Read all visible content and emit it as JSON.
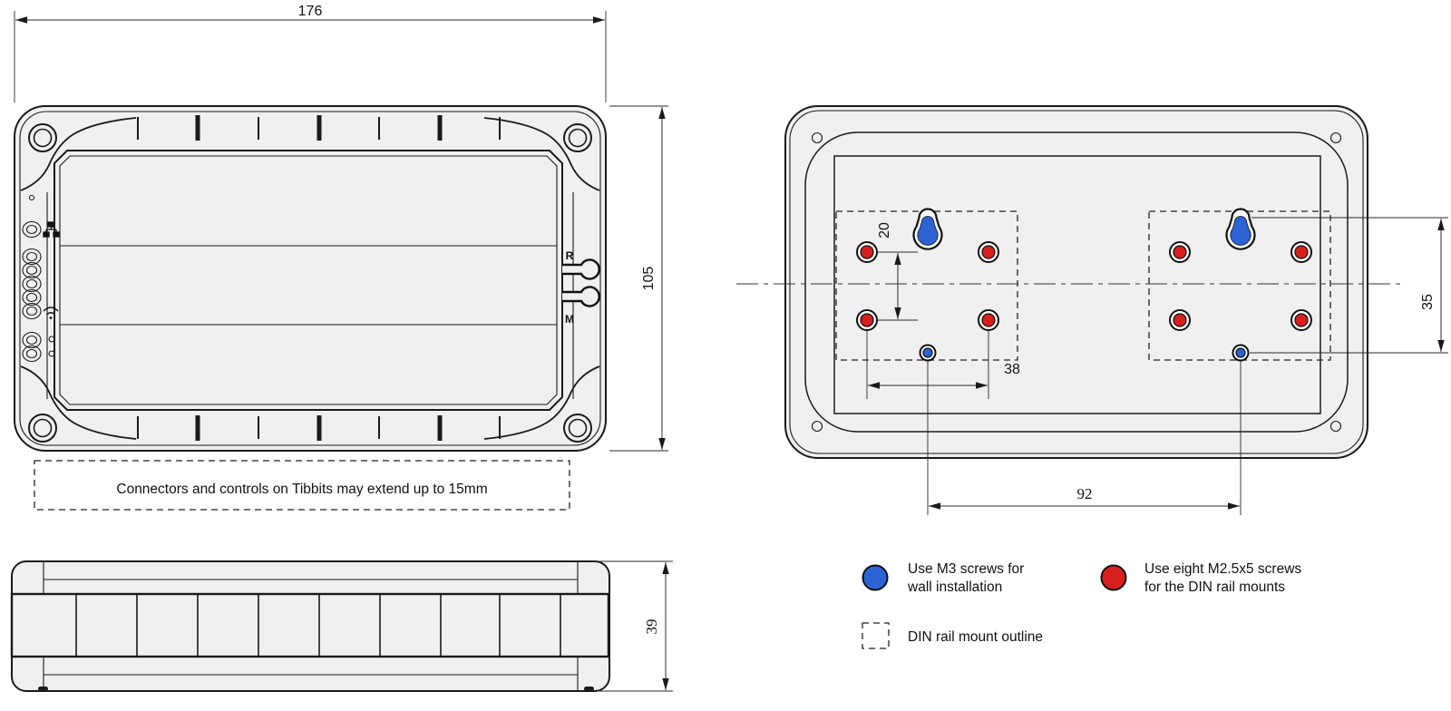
{
  "colors": {
    "blue": "#2c63d5",
    "red": "#d91e1e",
    "body": "#f0f0f0"
  },
  "front_view": {
    "width_dim": "176",
    "height_dim": "105",
    "reset_label": "R",
    "mode_label": "M",
    "note": "Connectors and controls on Tibbits may extend up to 15mm"
  },
  "side_view": {
    "height_dim": "39"
  },
  "back_view": {
    "hole_row_spacing_dim": "20",
    "hole_col_spacing_dim": "38",
    "wall_hole_spacing_dim": "92",
    "keyhole_spacing_dim": "35"
  },
  "legend": {
    "wall": {
      "line1": "Use M3 screws for",
      "line2": "wall installation"
    },
    "din": {
      "line1": "Use eight M2.5x5 screws",
      "line2": "for the DIN rail mounts"
    },
    "outline_label": "DIN rail mount outline"
  }
}
